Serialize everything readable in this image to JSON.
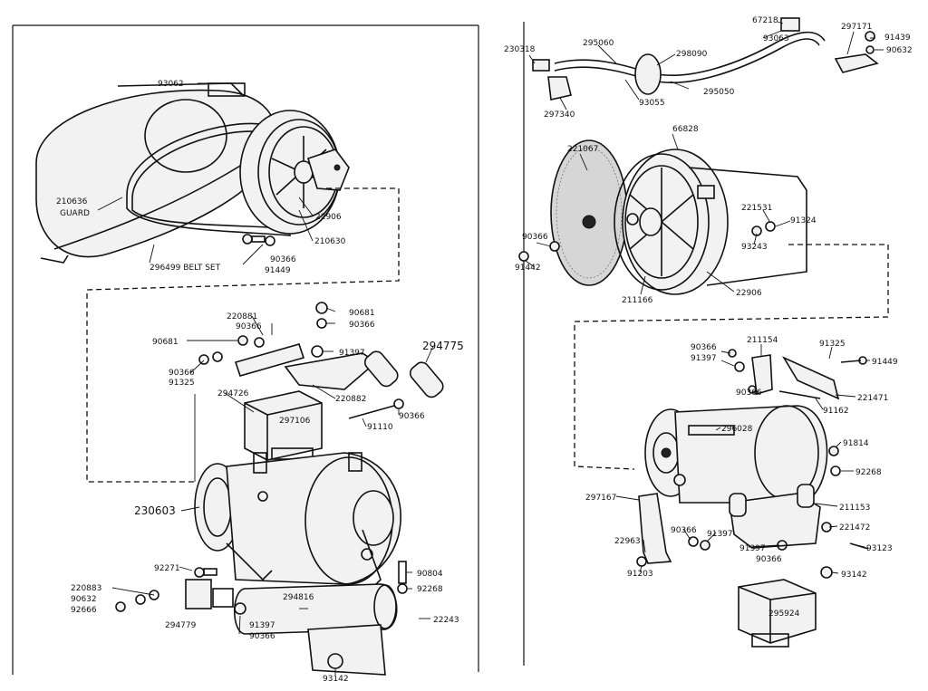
{
  "labels": {
    "p93062": "93062",
    "p210636": "210636",
    "guard": "GUARD",
    "p296499": "296499 BELT SET",
    "p22906_l": "22906",
    "p210630": "210630",
    "p90366_a": "90366",
    "p91449_a": "91449",
    "p220881": "220881",
    "p90366_b": "90366",
    "p90681_a": "90681",
    "p90366_c": "90366",
    "p91325_a": "91325",
    "p90681_b": "90681",
    "p90366_d": "90366",
    "p91397_a": "91397",
    "p294775": "294775",
    "p294726": "294726",
    "p297106": "297106",
    "p220882": "220882",
    "p90366_e": "90366",
    "p91110": "91110",
    "p230603": "230603",
    "p92271": "92271",
    "p90804": "90804",
    "p220883": "220883",
    "p90632_a": "90632",
    "p92666": "92666",
    "p92268_a": "92268",
    "p294816": "294816",
    "p22243": "22243",
    "p294779": "294779",
    "p91397_b": "91397",
    "p90366_f": "90366",
    "p93142_a": "93142",
    "p230318": "230318",
    "p295060": "295060",
    "p298090": "298090",
    "p297340": "297340",
    "p93055": "93055",
    "p295050": "295050",
    "p67218": "67218",
    "p93063": "93063",
    "p297171": "297171",
    "p91439": "91439",
    "p90632_b": "90632",
    "p221067": "221067",
    "p66828": "66828",
    "p221531": "221531",
    "p91324": "91324",
    "p93243": "93243",
    "p90366_g": "90366",
    "p91442": "91442",
    "p211166": "211166",
    "p22906_r": "22906",
    "p90366_h": "90366",
    "p91397_c": "91397",
    "p211154": "211154",
    "p91325_b": "91325",
    "p91449_b": "91449",
    "p90366_i": "90366",
    "p221471": "221471",
    "p91162": "91162",
    "p296028": "296028",
    "p91814": "91814",
    "p92268_b": "92268",
    "p297167": "297167",
    "p211153": "211153",
    "p90366_j": "90366",
    "p91397_d": "91397",
    "p221472": "221472",
    "p22963": "22963",
    "p91397_e": "91397",
    "p90366_k": "90366",
    "p93123": "93123",
    "p91203": "91203",
    "p93142_b": "93142",
    "p295924": "295924"
  }
}
